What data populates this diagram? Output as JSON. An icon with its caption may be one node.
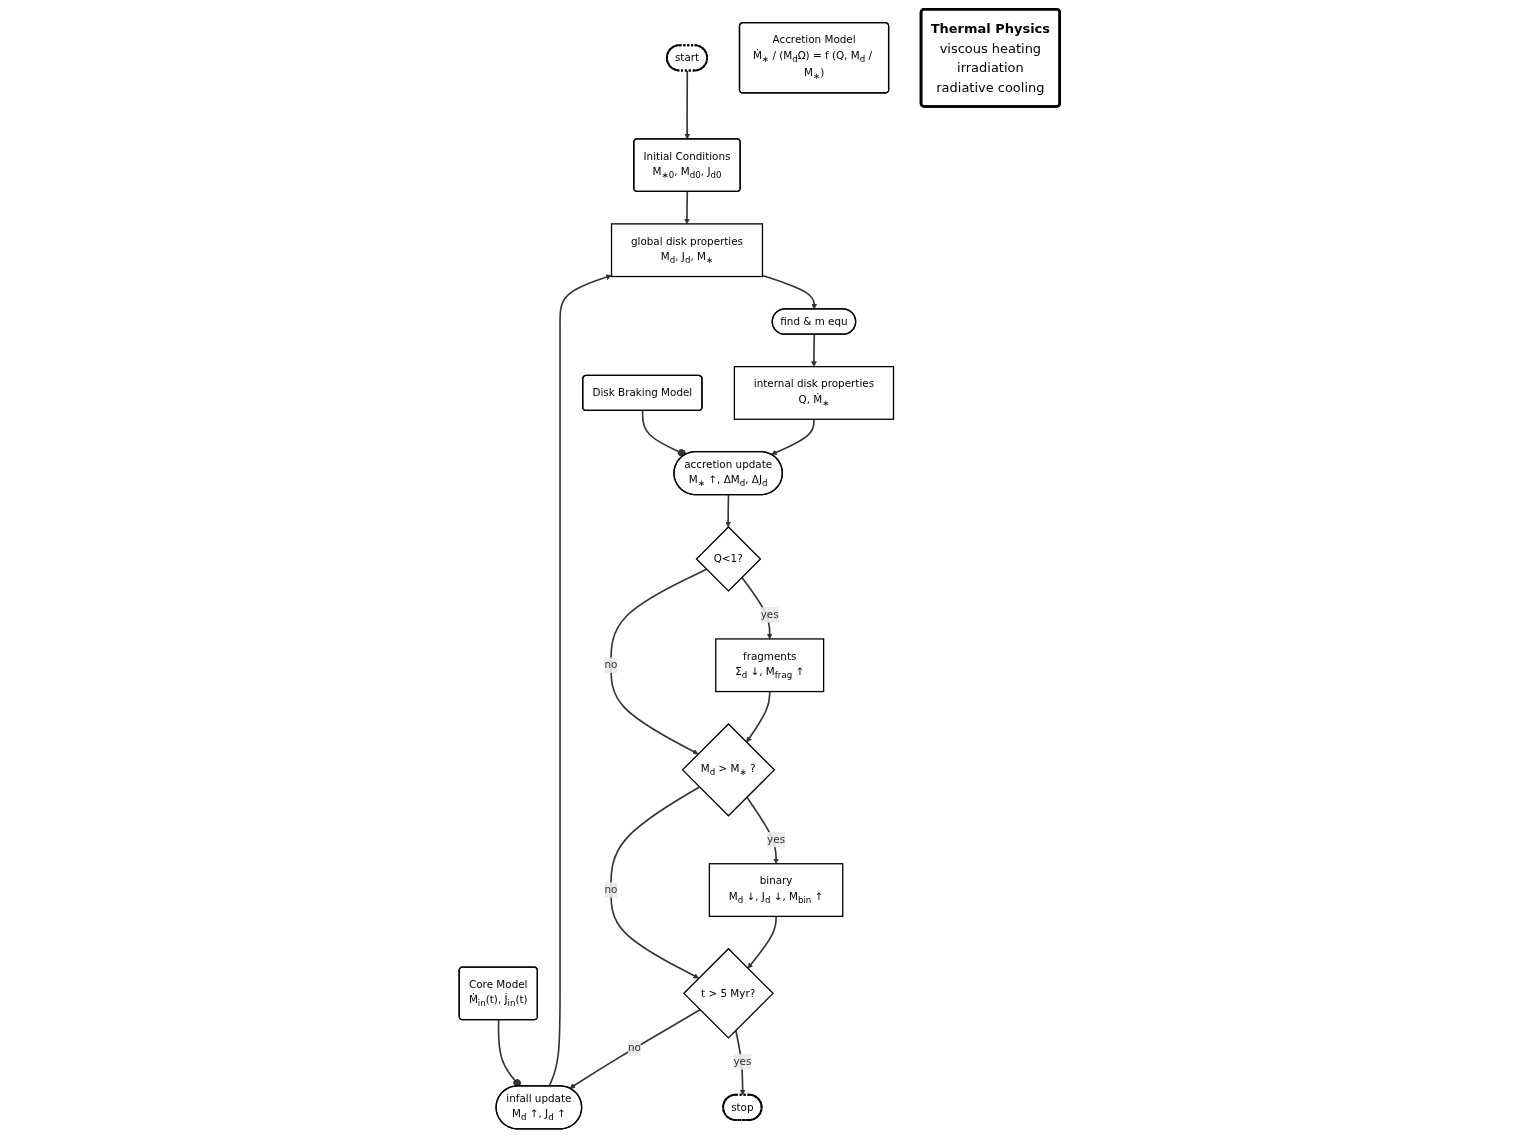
{
  "diagram": {
    "nodes": [
      {
        "text": [
          "start"
        ]
      },
      {
        "text": [
          "Initial Conditions",
          "M$_{∗0}$, M$_{d0}$, J$_{d0}$"
        ]
      },
      {
        "text": [
          "Core Model",
          "Ṁ$_{in}$(t), J̇$_{in}$(t)"
        ]
      },
      {
        "text": [
          "Accretion Model",
          "Ṁ$_{∗}$ / (M$_{d}$Ω) = f (Q, M$_{d}$ / M$_{∗}$)"
        ]
      },
      {
        "text": [
          "global disk properties",
          "M$_{d}$, J$_{d}$, M$_{∗}$"
        ]
      },
      {
        "text": [
          "infall update",
          "M$_{d}$ ↑, J$_{d}$ ↑"
        ]
      },
      {
        "text": [
          "find & m equ"
        ]
      },
      {
        "text": [
          "Thermal Physics",
          "viscous heating",
          "irradiation",
          "radiative cooling"
        ]
      },
      {
        "text": [
          "internal disk properties",
          "Q, Ṁ$_{∗}$"
        ]
      },
      {
        "text": [
          "accretion update",
          "M$_{∗}$ ↑, ΔM$_{d}$, ΔJ$_{d}$"
        ]
      },
      {
        "text": [
          "Disk Braking Model"
        ]
      },
      {
        "text": [
          "t > 5 Myr?"
        ]
      },
      {
        "text": [
          "stop"
        ]
      },
      {
        "text": [
          "Q<1?"
        ]
      },
      {
        "text": [
          "fragments",
          "Σ$_{d}$ ↓, M$_{frag}$ ↑"
        ]
      },
      {
        "text": [
          "M$_{d}$ > M$_{∗}$ ?"
        ]
      },
      {
        "text": [
          "binary",
          "M$_{d}$ ↓, J$_{d}$ ↓, M$_{bin}$ ↑"
        ]
      }
    ],
    "edges": [
      {
        "from": 0,
        "to": 1,
        "arrow": "to"
      },
      {
        "from": 1,
        "to": 4,
        "arrow": "to"
      },
      {
        "from": 5,
        "to": 4,
        "arrow": "to"
      },
      {
        "from": 2,
        "to": 5,
        "arrow": "other"
      },
      {
        "from": 4,
        "to": 6,
        "arrow": "to"
      },
      {
        "from": 6,
        "to": 8,
        "arrow": "to"
      },
      {
        "from": 8,
        "to": 9,
        "arrow": "to"
      },
      {
        "from": 10,
        "to": 9,
        "arrow": "other"
      },
      {
        "from": 9,
        "to": 13,
        "arrow": "to"
      },
      {
        "from": 13,
        "to": 14,
        "arrow": "to",
        "label": "yes"
      },
      {
        "from": 13,
        "to": 15,
        "arrow": "to",
        "label": "no"
      },
      {
        "from": 14,
        "to": 15,
        "arrow": "to"
      },
      {
        "from": 15,
        "to": 16,
        "arrow": "to",
        "label": "yes"
      },
      {
        "from": 15,
        "to": 11,
        "arrow": "to",
        "label": "no"
      },
      {
        "from": 16,
        "to": 11,
        "arrow": "to"
      },
      {
        "from": 11,
        "to": 12,
        "arrow": "to",
        "label": "yes"
      },
      {
        "from": 11,
        "to": 5,
        "arrow": "to",
        "label": "no"
      }
    ]
  }
}
